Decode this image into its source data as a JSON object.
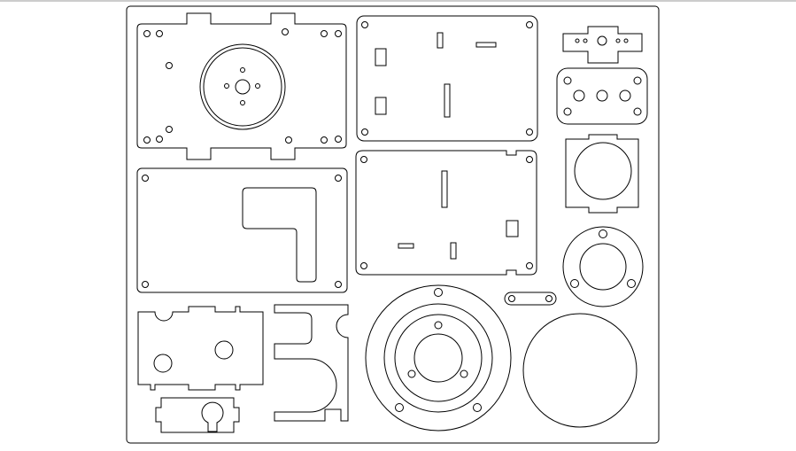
{
  "drawing": {
    "line_color": "#000000",
    "background_color": "#ffffff",
    "top_rule_color": "#9a9a9a",
    "parts": [
      "servo-mount-plate",
      "slotted-plate-top",
      "horn-cross-piece",
      "bearing-bracket",
      "flat-plate-with-l-cutout",
      "slotted-plate-bottom",
      "square-ring-bracket",
      "flanged-ring",
      "link-bar",
      "notched-block",
      "c-clamp-piece",
      "keyhole-block",
      "bearing-flange",
      "round-disc"
    ]
  }
}
